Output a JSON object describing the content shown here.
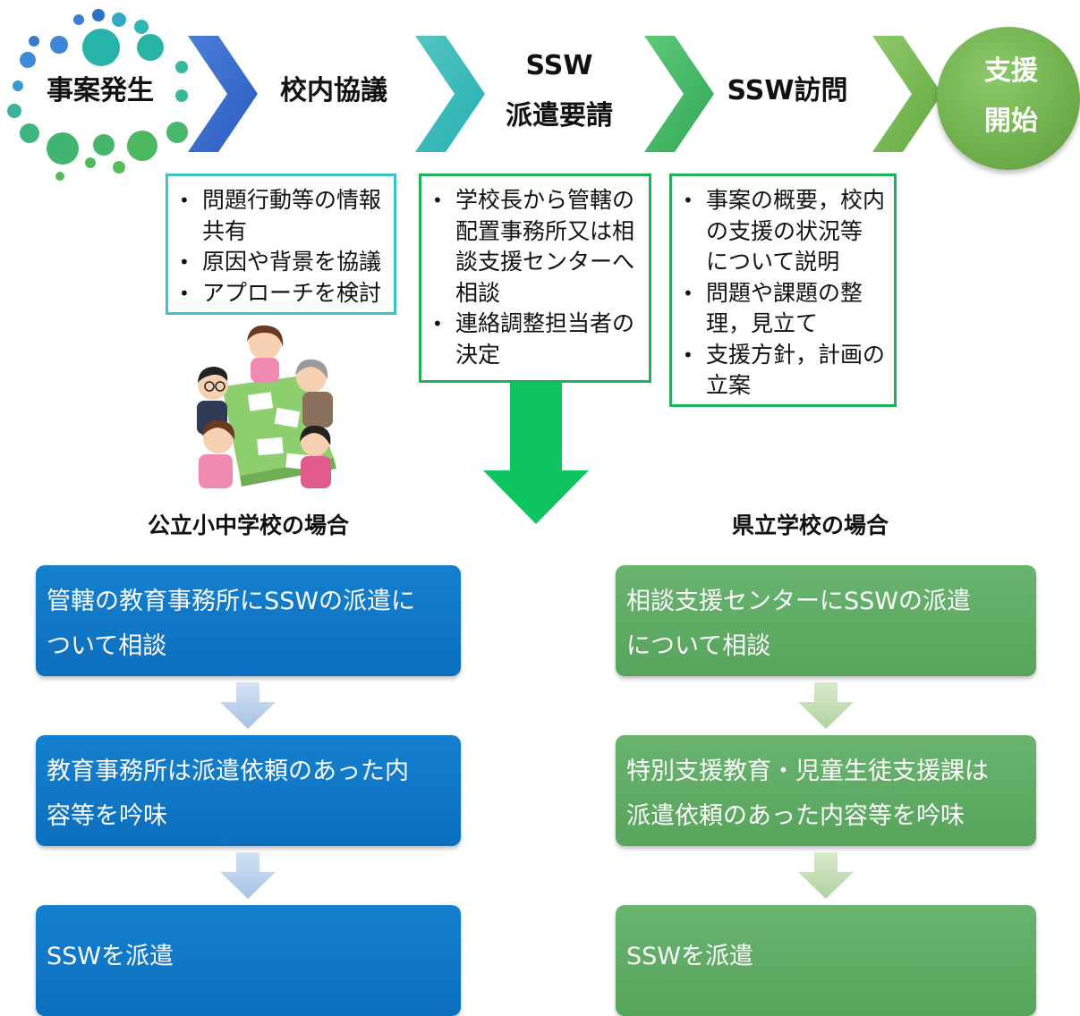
{
  "flow": {
    "step1": "事案発生",
    "step2": "校内協議",
    "step3_line1": "SSW",
    "step3_line2": "派遣要請",
    "step4": "SSW訪問",
    "step5_line1": "支援",
    "step5_line2": "開始"
  },
  "boxes": {
    "box1": [
      "問題行動等の情報",
      "共有",
      "原因や背景を協議",
      "アプローチを検討"
    ],
    "box2": [
      "学校長から管轄の",
      "配置事務所又は相",
      "談支援センターへ",
      "相談",
      "連絡調整担当者の",
      "決定"
    ],
    "box3": [
      "事案の概要，校内",
      "の支援の状況等",
      "について説明",
      "問題や課題の整",
      "理，見立て",
      "支援方針，計画の",
      "立案"
    ]
  },
  "left_section": {
    "heading": "公立小中学校の場合",
    "steps": [
      [
        "管轄の教育事務所にSSWの派遣に",
        "ついて相談"
      ],
      [
        "教育事務所は派遣依頼のあった内",
        "容等を吟味"
      ],
      [
        "SSWを派遣"
      ]
    ]
  },
  "right_section": {
    "heading": "県立学校の場合",
    "steps": [
      [
        "相談支援センターにSSWの派遣",
        "について相談"
      ],
      [
        "特別支援教育・児童生徒支援課は",
        "派遣依頼のあった内容等を吟味"
      ],
      [
        "SSWを派遣"
      ]
    ]
  },
  "colors": {
    "blue": "#0c6fbd",
    "green": "#57a45c",
    "cyan_border": "#3ec3c8",
    "green_border": "#1fb15a",
    "big_arrow": "#0fc45f"
  }
}
